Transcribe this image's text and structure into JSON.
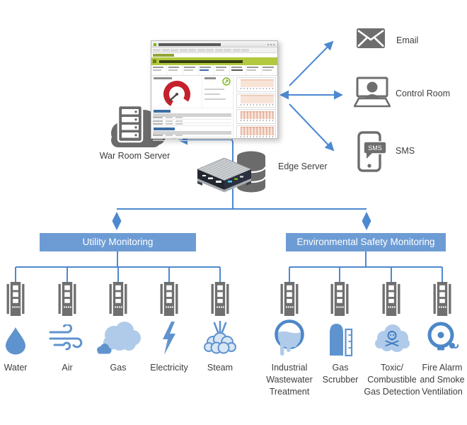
{
  "labels": {
    "war_room_server": "War Room Server",
    "edge_server": "Edge Server",
    "email": "Email",
    "control_room": "Control Room",
    "sms": "SMS",
    "sms_bubble": "SMS"
  },
  "colors": {
    "connector_blue": "#4D89D0",
    "group_bar_blue": "#6D9CD4",
    "icon_gray": "#6E6E6E",
    "icon_blue": "#5F93CE",
    "icon_light_blue": "#AFCBE9",
    "icon_outline_blue": "#4D88C8",
    "dashboard_banner_green": "#B2C83E",
    "dashboard_gauge_red": "#C5202E",
    "dashboard_chart_salmon": "#F8E3D7"
  },
  "utility": {
    "title": "Utility Monitoring",
    "items": [
      {
        "label": "Water"
      },
      {
        "label": "Air"
      },
      {
        "label": "Gas"
      },
      {
        "label": "Electricity"
      },
      {
        "label": "Steam"
      }
    ]
  },
  "environmental": {
    "title": "Environmental Safety Monitoring",
    "items": [
      {
        "label": "Industrial\nWastewater\nTreatment"
      },
      {
        "label": "Gas\nScrubber"
      },
      {
        "label": "Toxic/\nCombustible\nGas Detection"
      },
      {
        "label": "Fire Alarm\nand Smoke\nVentilation"
      }
    ]
  }
}
